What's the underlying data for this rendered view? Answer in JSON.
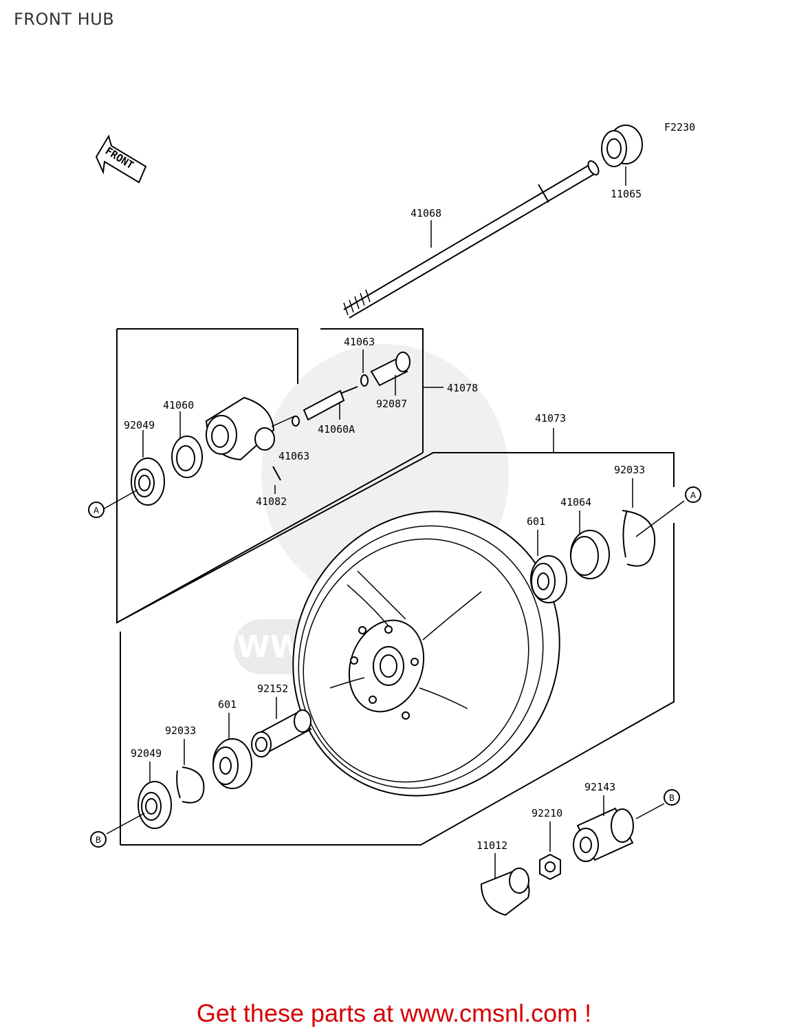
{
  "page_title": "FRONT HUB",
  "figure_code": "F2230",
  "front_arrow_label": "FRONT",
  "part_numbers": {
    "p11065": "11065",
    "p41068": "41068",
    "p41063_top": "41063",
    "p41078": "41078",
    "p92087": "92087",
    "p41060": "41060",
    "p41060A": "41060A",
    "p92049_top": "92049",
    "p41063_mid": "41063",
    "p41082": "41082",
    "p41073": "41073",
    "p92033_right": "92033",
    "p41064": "41064",
    "p601_right": "601",
    "p92152": "92152",
    "p601_left": "601",
    "p92033_left": "92033",
    "p92049_bottom": "92049",
    "p92143": "92143",
    "p92210": "92210",
    "p11012": "11012"
  },
  "callouts": {
    "a_left": "A",
    "a_right": "A",
    "b_left": "B",
    "b_right": "B"
  },
  "watermark_text": "WWW.CMSNL.COM",
  "footer_text": "Get these parts at www.cmsnl.com !",
  "colors": {
    "footer": "#d40000",
    "watermark": "#e6e6e6"
  }
}
